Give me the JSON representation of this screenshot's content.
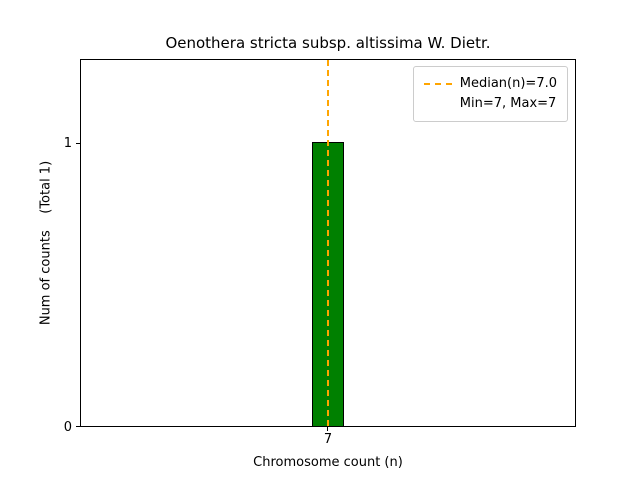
{
  "chart_data": {
    "type": "bar",
    "title": "Oenothera stricta subsp. altissima W. Dietr.",
    "xlabel": "Chromosome count (n)",
    "ylabel": "Num of counts    (Total 1)",
    "categories": [
      "7"
    ],
    "values": [
      1
    ],
    "total_counts": 1,
    "xticks": [
      "7"
    ],
    "yticks": [
      "0",
      "1"
    ],
    "ylim": [
      0,
      1.3
    ],
    "grid": false,
    "bar_color": "#008000",
    "bar_edge_color": "#000000",
    "median_line": {
      "x": 7,
      "value": 7.0,
      "color": "#FFA500",
      "style": "dashed"
    },
    "legend": {
      "position": "upper right",
      "entries": [
        {
          "label": "Median(n)=7.0",
          "swatch": "dashed-orange-line"
        },
        {
          "label": "Min=7, Max=7",
          "swatch": "none"
        }
      ]
    }
  }
}
